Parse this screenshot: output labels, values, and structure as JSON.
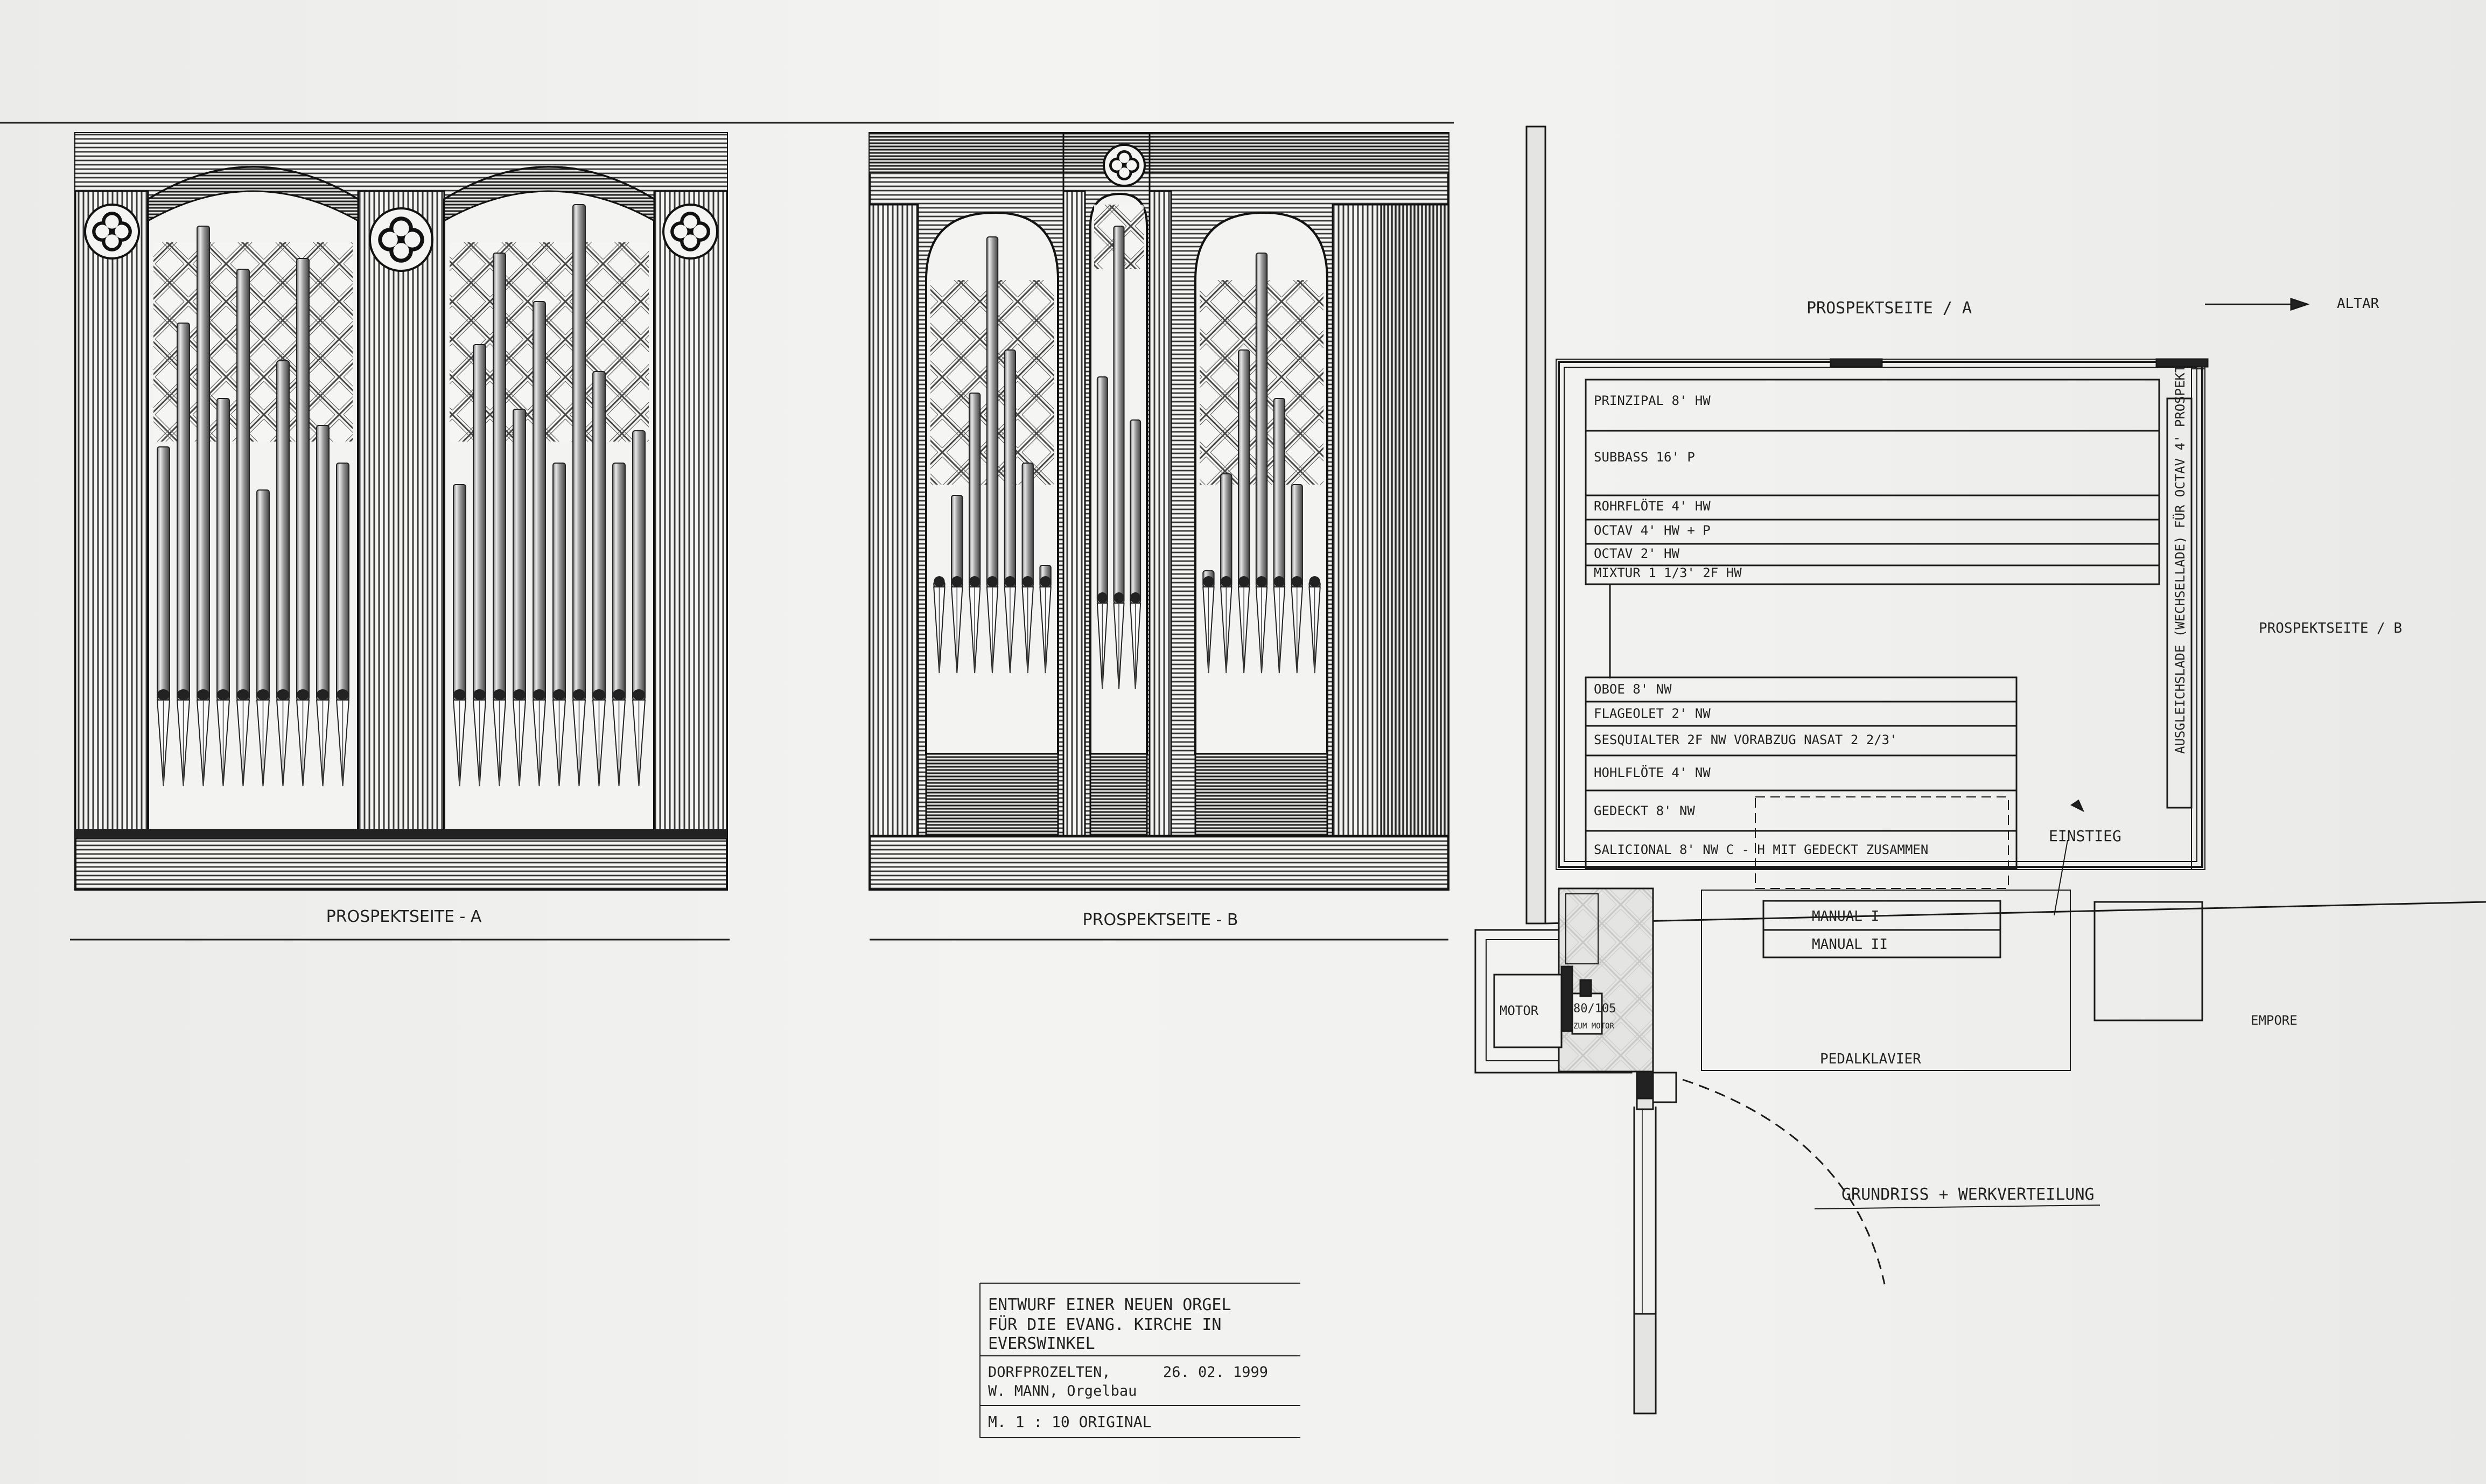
{
  "elevations": {
    "a_caption": "PROSPEKTSEITE - A",
    "b_caption": "PROSPEKTSEITE - B"
  },
  "plan": {
    "top_label": "PROSPEKTSEITE / A",
    "altar_label": "ALTAR",
    "right_label": "PROSPEKTSEITE / B",
    "vertical_note": "AUSGLEICHSLADE (WECHSELLADE) FÜR OCTAV 4' PROSPEKT",
    "registers_top": [
      "PRINZIPAL 8'   HW",
      "SUBBASS  16'   P",
      "ROHRFLÖTE 4'    HW",
      "OCTAV  4'         HW  + P",
      "OCTAV  2'         HW",
      "MIXTUR 1 1/3' 2F  HW"
    ],
    "registers_bottom": [
      "OBOE   8'    NW",
      "FLAGEOLET 2'  NW",
      "SESQUIALTER 2F  NW     VORABZUG   NASAT 2 2/3'",
      "HOHLFLÖTE  4'  NW",
      "GEDECKT  8'    NW",
      "SALICIONAL 8'  NW  C - H  MIT  GEDECKT  ZUSAMMEN"
    ],
    "einstieg": "EINSTIEG",
    "manual1": "MANUAL   I",
    "manual2": "MANUAL   II",
    "motor": "MOTOR",
    "duct": "80/105",
    "duct_sub": "ZUM MOTOR",
    "pedal": "PEDALKLAVIER",
    "empore": "EMPORE",
    "section_title": "GRUNDRISS + WERKVERTEILUNG"
  },
  "title_block": {
    "line1": "ENTWURF  EINER  NEUEN  ORGEL",
    "line2": "FÜR  DIE  EVANG. KIRCHE   IN",
    "line3": "EVERSWINKEL",
    "maker1": "DORFPROZELTEN,",
    "maker2": "W. MANN, Orgelbau",
    "date": "26. 02. 1999",
    "scale": "M. 1 : 10   ORIGINAL"
  }
}
